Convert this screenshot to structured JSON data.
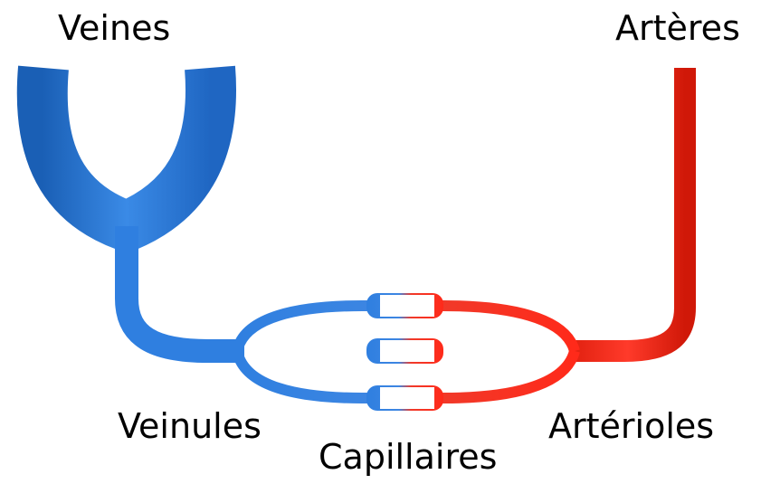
{
  "labels": {
    "veins": "Veines",
    "arteries": "Artères",
    "venules": "Veinules",
    "arterioles": "Artérioles",
    "capillaries": "Capillaires"
  },
  "colors": {
    "vein_blue": "#2f7fe0",
    "vein_dark": "#1a5fb5",
    "artery_red": "#ff2a1a",
    "artery_dark": "#d01808",
    "background": "#ffffff"
  }
}
